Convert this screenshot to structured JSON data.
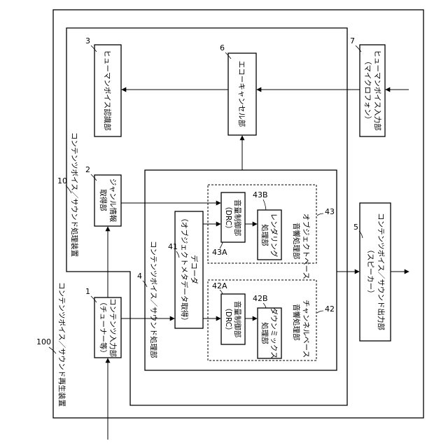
{
  "labels": {
    "device_100": "コンテンツボイス／サウンド再生装置",
    "device_10": "コンテンツボイス／サウンド処理装置",
    "content_voice_processing_4": "コンテンツボイス／サウンド処理部",
    "content_input_1": [
      "コンテンツ入力部",
      "（チューナー等）"
    ],
    "genre_acquisition_2": [
      "ジャンル情報",
      "取得部"
    ],
    "voice_recognition_3": "ヒューマンボイス認識部",
    "echo_cancel_6": "エコーキャンセル部",
    "voice_input_7": [
      "ヒューマンボイス入力部",
      "（マイクロフォン）"
    ],
    "sound_output_5": [
      "コンテンツボイス／サウンド出力部",
      "（スピーカー）"
    ],
    "decoder_41": [
      "デコーダ",
      "（オブジェクトメタデータ取得）"
    ],
    "drc_42a": [
      "音量制御部",
      "（DRC）"
    ],
    "downmix_42b": [
      "ダウンミックス",
      "処理部"
    ],
    "channel_based_42": [
      "チャンネルベース",
      "音響処理部"
    ],
    "drc_43a": [
      "音量制御部",
      "（DRC）"
    ],
    "rendering_43b": [
      "レンダリング",
      "処理部"
    ],
    "object_based_43": [
      "オブジェクトベース",
      "音響処理部"
    ]
  },
  "refs": {
    "r100": "100",
    "r10": "10",
    "r1": "1",
    "r2": "2",
    "r3": "3",
    "r4": "4",
    "r5": "5",
    "r6": "6",
    "r7": "7",
    "r41": "41",
    "r42": "42",
    "r42a": "42A",
    "r42b": "42B",
    "r43": "43",
    "r43a": "43A",
    "r43b": "43B"
  }
}
